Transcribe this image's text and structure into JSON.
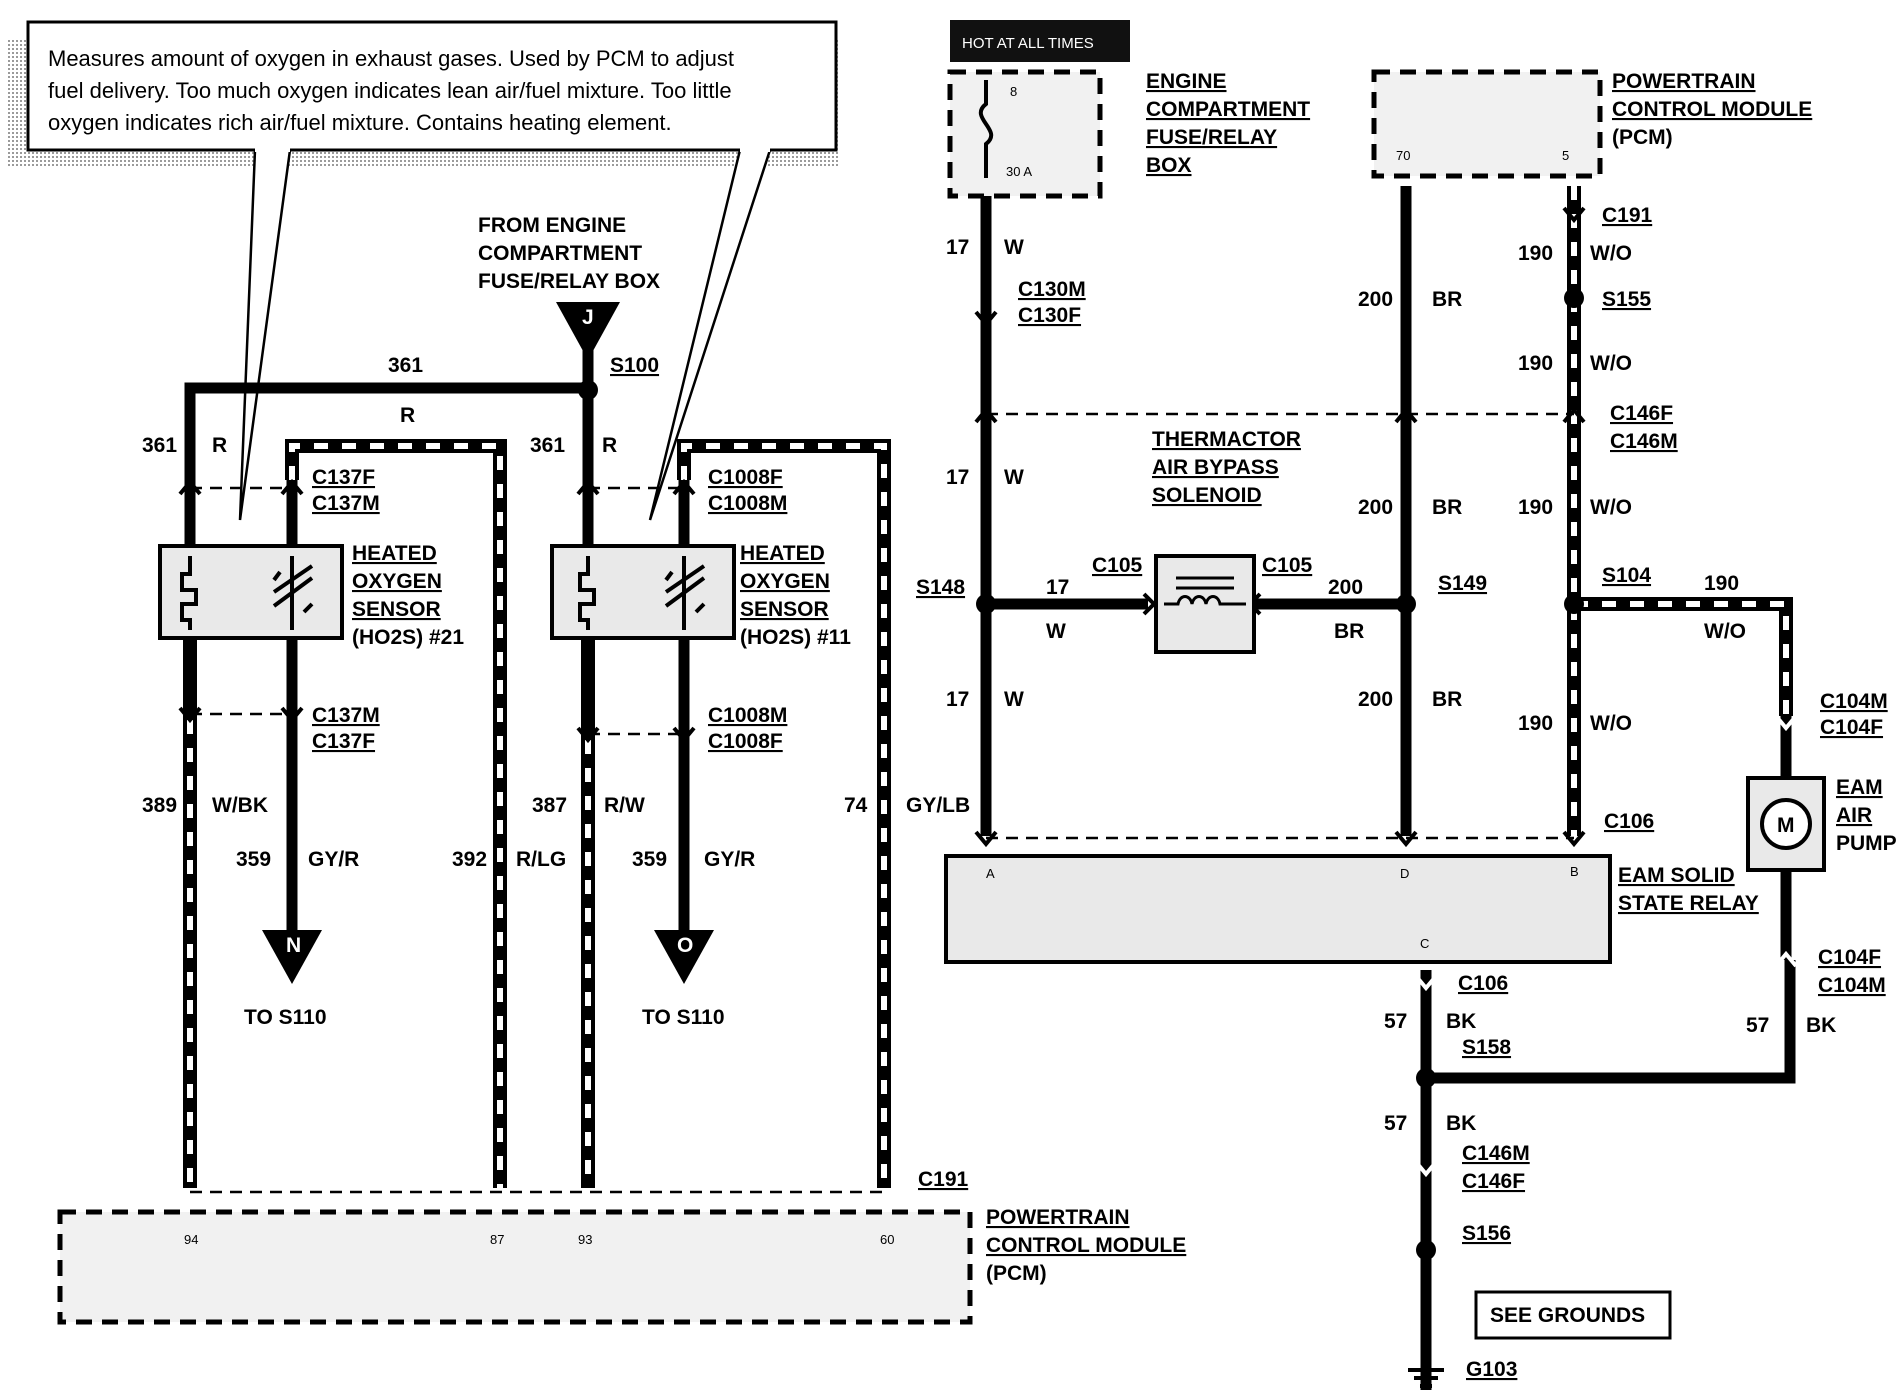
{
  "note": {
    "lines": [
      "Measures amount of oxygen in exhaust gases. Used by PCM to adjust",
      "fuel delivery. Too much oxygen indicates lean air/fuel mixture. Too little",
      "oxygen indicates rich air/fuel mixture. Contains heating element."
    ]
  },
  "hot_at_all_times": "HOT AT ALL TIMES",
  "fuse_box": {
    "lines": [
      "ENGINE",
      "COMPARTMENT",
      "FUSE/RELAY",
      "BOX"
    ],
    "pin_top": "8",
    "pin_bottom": "30 A"
  },
  "pcm_top": {
    "lines": [
      "POWERTRAIN",
      "CONTROL MODULE",
      "(PCM)"
    ],
    "pin_left": "70",
    "pin_right": "5"
  },
  "pcm_bottom": {
    "lines": [
      "POWERTRAIN",
      "CONTROL MODULE",
      "(PCM)"
    ],
    "pins": [
      "94",
      "87",
      "93",
      "60"
    ]
  },
  "from_engine": {
    "lines": [
      "FROM ENGINE",
      "COMPARTMENT",
      "FUSE/RELAY BOX"
    ],
    "letter": "J"
  },
  "splices": {
    "s100": "S100",
    "s148": "S148",
    "s149": "S149",
    "s104": "S104",
    "s155": "S155",
    "s158": "S158",
    "s156": "S156"
  },
  "connectors": {
    "c137_top": [
      "C137F",
      "C137M"
    ],
    "c137_bottom": [
      "C137M",
      "C137F"
    ],
    "c1008_top": [
      "C1008F",
      "C1008M"
    ],
    "c1008_bottom": [
      "C1008M",
      "C1008F"
    ],
    "c191_bottom": "C191",
    "c191_top": "C191",
    "c130": [
      "C130M",
      "C130F"
    ],
    "c146_top": [
      "C146F",
      "C146M"
    ],
    "c105_left": "C105",
    "c105_right": "C105",
    "c106_top": "C106",
    "c106_bottom": "C106",
    "c104_top": [
      "C104M",
      "C104F"
    ],
    "c104_bottom": [
      "C104F",
      "C104M"
    ],
    "c146_bottom": [
      "C146M",
      "C146F"
    ]
  },
  "sensors": {
    "ho2s21": [
      "HEATED",
      "OXYGEN",
      "SENSOR",
      "(HO2S) #21"
    ],
    "ho2s11": [
      "HEATED",
      "OXYGEN",
      "SENSOR",
      "(HO2S) #11"
    ]
  },
  "thermactor": [
    "THERMACTOR",
    "AIR BYPASS",
    "SOLENOID"
  ],
  "eam_relay": {
    "lines": [
      "EAM SOLID",
      "STATE RELAY"
    ],
    "pins": [
      "A",
      "D",
      "B",
      "C"
    ]
  },
  "eam_pump": {
    "lines": [
      "EAM",
      "AIR",
      "PUMP"
    ],
    "symbol": "M"
  },
  "to_s110": {
    "n": "N",
    "o": "O",
    "label": "TO S110"
  },
  "see_grounds": "SEE GROUNDS",
  "ground": "G103",
  "wires": {
    "w361": "361",
    "r": "R",
    "w389": "389",
    "wbk": "W/BK",
    "w359": "359",
    "gyr": "GY/R",
    "w392": "392",
    "rlg": "R/LG",
    "w387": "387",
    "rw": "R/W",
    "w74": "74",
    "gylb": "GY/LB",
    "w17": "17",
    "w": "W",
    "w200": "200",
    "br": "BR",
    "w190": "190",
    "wo": "W/O",
    "w57": "57",
    "bk": "BK"
  }
}
